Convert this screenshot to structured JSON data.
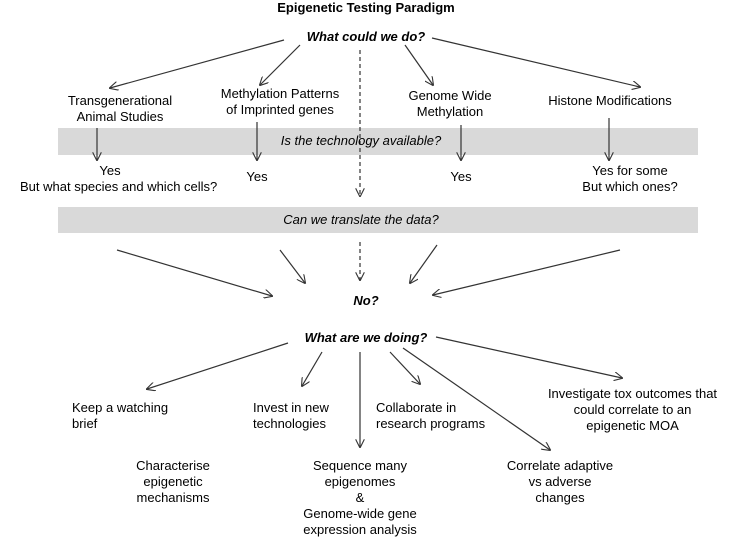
{
  "title": "Epigenetic Testing Paradigm",
  "question_top": "What could we do?",
  "options": {
    "transgenerational": [
      "Transgenerational",
      "Animal Studies"
    ],
    "methylation_imprinted": [
      "Methylation Patterns",
      "of Imprinted genes"
    ],
    "genome_wide": [
      "Genome Wide",
      "Methylation"
    ],
    "histone": "Histone Modifications"
  },
  "band_technology": "Is the technology available?",
  "answers": {
    "transgenerational": [
      "Yes",
      "But what species and which cells?"
    ],
    "methylation_imprinted": "Yes",
    "genome_wide": "Yes",
    "histone": [
      "Yes for some",
      "But which ones?"
    ]
  },
  "band_translate": "Can we translate the data?",
  "no_label": "No?",
  "question_doing": "What are we doing?",
  "actions": {
    "watching_brief": [
      "Keep a watching",
      "brief"
    ],
    "invest": [
      "Invest in new",
      "technologies"
    ],
    "collaborate": [
      "Collaborate in",
      "research programs"
    ],
    "investigate_tox": [
      "Investigate tox outcomes that",
      "could correlate to an",
      "epigenetic MOA"
    ],
    "characterise": [
      "Characterise",
      "epigenetic",
      "mechanisms"
    ],
    "sequence": [
      "Sequence many",
      "epigenomes",
      "&",
      "Genome-wide gene",
      "expression analysis"
    ],
    "correlate": [
      "Correlate adaptive",
      "vs adverse",
      "changes"
    ]
  }
}
